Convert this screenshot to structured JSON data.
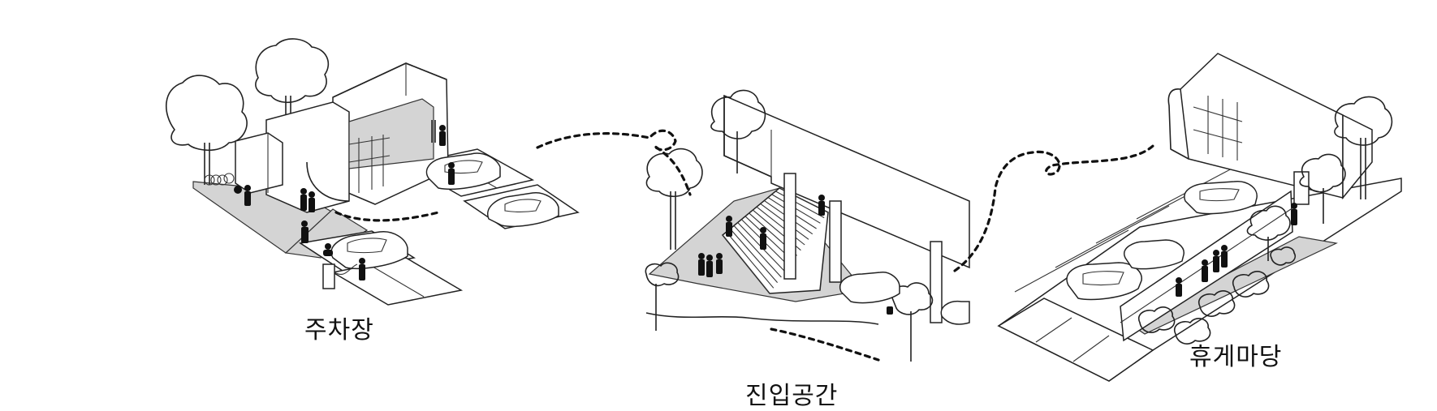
{
  "labels": {
    "parking": "주차장",
    "entrance": "진입공간",
    "rest_yard": "휴게마당"
  }
}
